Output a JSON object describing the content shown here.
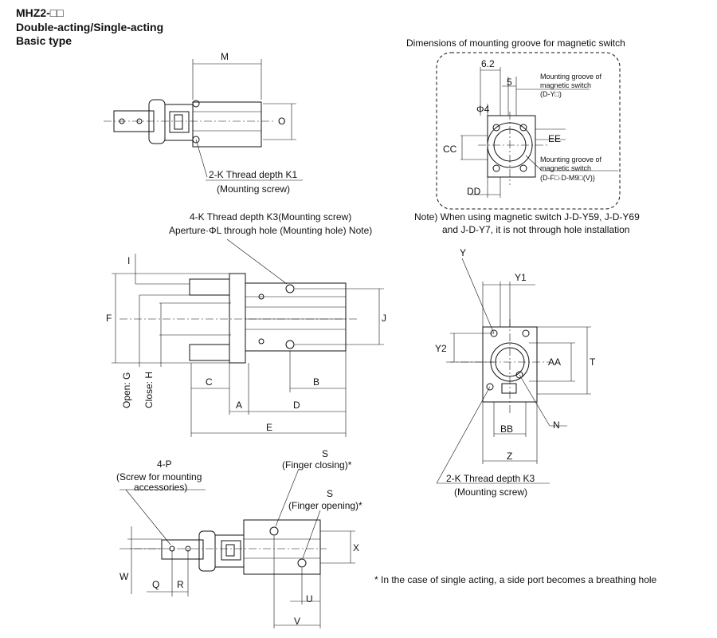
{
  "title": {
    "model": "MHZ2-□□",
    "action": "Double-acting/Single-acting",
    "type": "Basic type"
  },
  "groove": {
    "heading": "Dimensions of mounting groove for magnetic switch",
    "dim_62": "6.2",
    "dim_5": "5",
    "phi4": "Φ4",
    "cc": "CC",
    "dd": "DD",
    "ee": "EE",
    "groove_y_1": "Mounting groove of",
    "groove_y_2": "magnetic switch",
    "groove_y_3": "(D-Y□)",
    "groove_f_1": "Mounting groove of",
    "groove_f_2": "magnetic switch",
    "groove_f_3": "(D-F□·D-M9□(V))"
  },
  "note": {
    "line1": "Note) When using magnetic switch J-D-Y59, J-D-Y69",
    "line2": "and J-D-Y7, it is not through hole installation"
  },
  "top_view": {
    "m": "M",
    "o": "O",
    "thread_k1": "2-K Thread depth K1",
    "mounting_screw": "(Mounting screw)"
  },
  "front_view": {
    "thread_k3": "4-K Thread depth K3(Mounting screw)",
    "aperture": "Aperture·ΦL through hole (Mounting hole) Note)",
    "i": "I",
    "f": "F",
    "j": "J",
    "open_g": "Open: G",
    "close_h": "Close: H",
    "c": "C",
    "b": "B",
    "a": "A",
    "d": "D",
    "e": "E"
  },
  "side_view": {
    "y": "Y",
    "y1": "Y1",
    "y2": "Y2",
    "aa": "AA",
    "t": "T",
    "bb": "BB",
    "n": "N",
    "z": "Z",
    "thread_k3": "2-K Thread depth K3",
    "mounting_screw": "(Mounting screw)"
  },
  "bottom_view": {
    "p": "4-P",
    "screw_1": "(Screw for mounting",
    "screw_2": "accessories)",
    "s1": "S",
    "finger_closing": "(Finger closing)*",
    "s2": "S",
    "finger_opening": "(Finger opening)*",
    "x": "X",
    "w": "W",
    "q": "Q",
    "r": "R",
    "u": "U",
    "v": "V"
  },
  "footnote": "* In the case of single acting, a side port becomes a breathing hole"
}
